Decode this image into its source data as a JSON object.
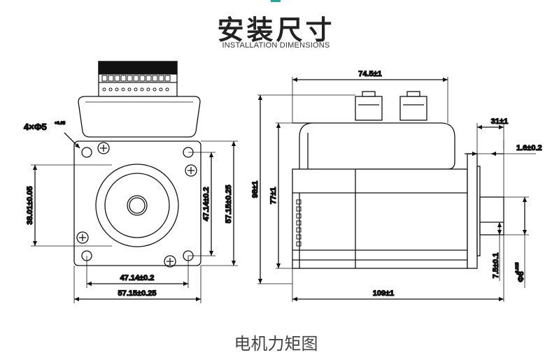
{
  "header": {
    "title_cn": "安装尺寸",
    "title_en": "INSTALLATION DIMENSIONS"
  },
  "footer": {
    "caption": "电机力矩图"
  },
  "front_view": {
    "hole_callout": "4×Φ5",
    "hole_callout_tol": "+0.05",
    "dim_bolt_pitch_h": "47.14±0.2",
    "dim_flange_h": "57.15±0.25",
    "dim_bolt_pitch_v": "47.14±0.2",
    "dim_flange_v": "57.15±0.25",
    "dim_pilot": "38.01±0.05"
  },
  "side_view": {
    "dim_top_length": "74.5±1",
    "dim_total_height": "98±1",
    "dim_body_height": "77±1",
    "dim_shaft_length": "31±1",
    "dim_flange_thickness": "1.6±0.2",
    "dim_overall_length": "109±1",
    "dim_flat": "7.5±0.1",
    "dim_shaft_dia": "Φ8",
    "dim_shaft_dia_tol": "-0.015"
  },
  "colors": {
    "line": "#111111",
    "accent": "#2aa59a"
  }
}
